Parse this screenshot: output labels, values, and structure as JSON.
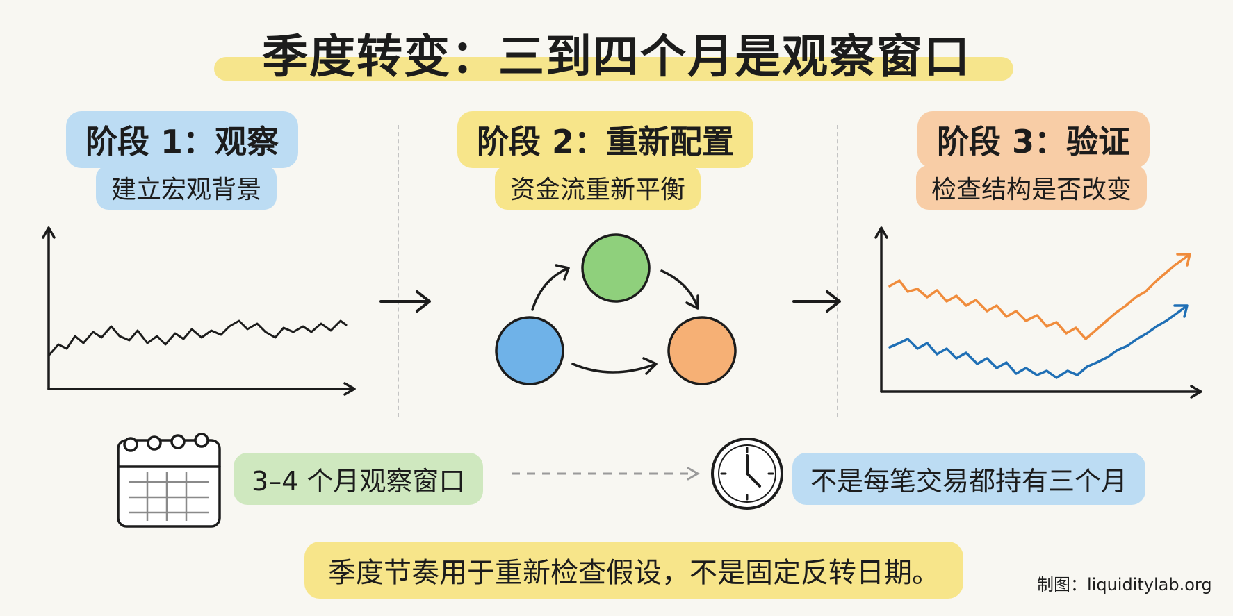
{
  "title": "季度转变：三到四个月是观察窗口",
  "stages": [
    {
      "title": "阶段 1：观察",
      "subtitle": "建立宏观背景",
      "color": "#bcdcf3"
    },
    {
      "title": "阶段 2：重新配置",
      "subtitle": "资金流重新平衡",
      "color": "#f7e58a"
    },
    {
      "title": "阶段 3：验证",
      "subtitle": "检查结构是否改变",
      "color": "#f8cda6"
    }
  ],
  "cycle_colors": {
    "green": "#8fd07c",
    "blue": "#6fb2e8",
    "orange": "#f6b075"
  },
  "line_colors": {
    "upper": "#f08c3c",
    "lower": "#1f6fb5"
  },
  "timeline": {
    "window_label": "3–4 个月观察窗口",
    "hold_label": "不是每笔交易都持有三个月",
    "icons": [
      "calendar-icon",
      "clock-icon"
    ]
  },
  "footer": "季度节奏用于重新检查假设，不是固定反转日期。",
  "credit": "制图：liquiditylab.org"
}
